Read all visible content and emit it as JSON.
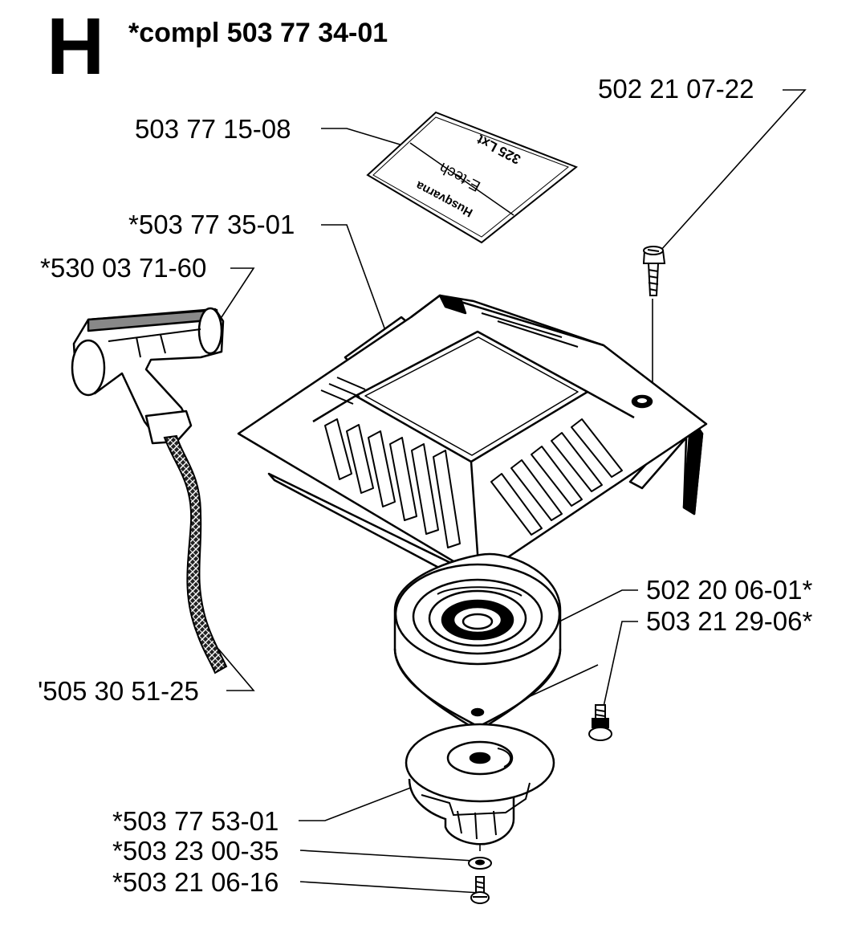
{
  "header": {
    "section_letter": "H",
    "assembly": "*compl 503 77 34-01"
  },
  "decal": {
    "brand": "Husqvarna",
    "model": "325 Lxt",
    "subtitle": "E-tech"
  },
  "parts": {
    "screw_top": "502 21 07-22",
    "decal": "503 77 15-08",
    "starter_cover": "*503 77 35-01",
    "handle": "*530 03 71-60",
    "rope": "'505 30 51-25",
    "spring_cassette": "502 20 06-01*",
    "screw_small": "503 21 29-06*",
    "pulley": "*503 77 53-01",
    "washer": "*503 23 00-35",
    "screw_bottom": "*503 21 06-16"
  }
}
